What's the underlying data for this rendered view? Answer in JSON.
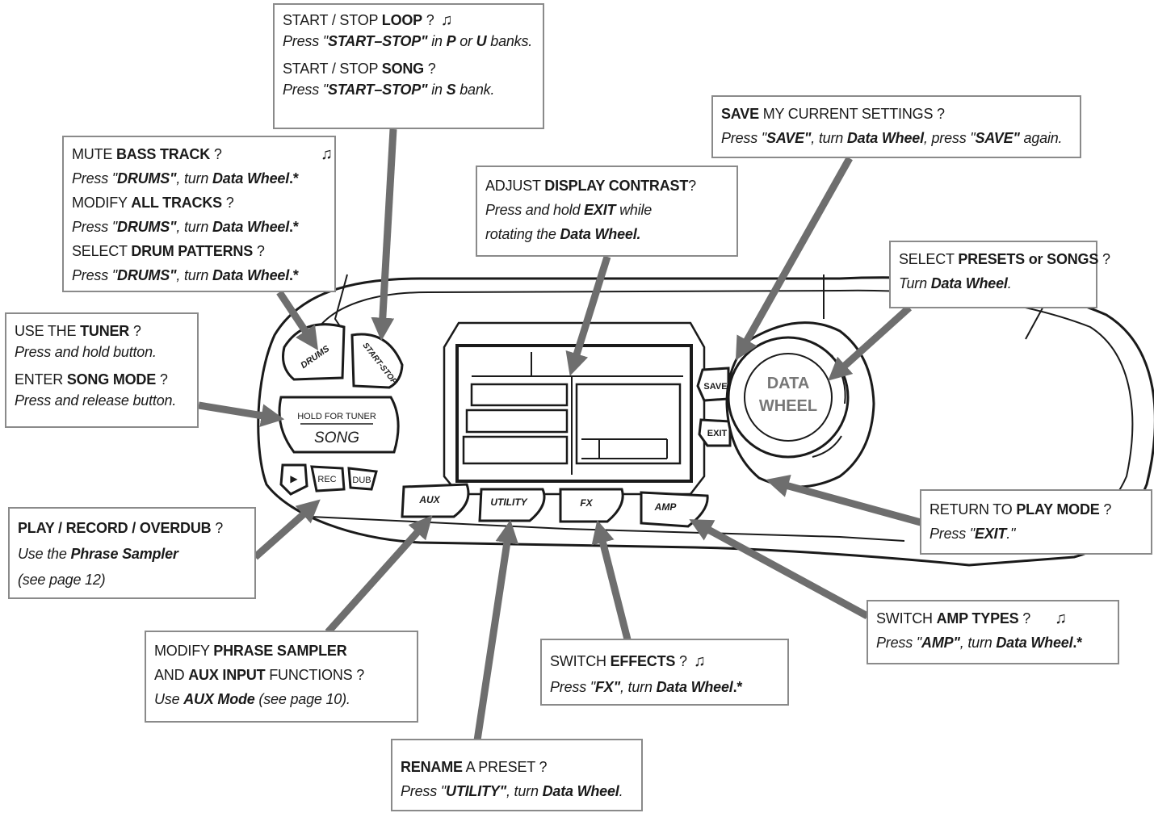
{
  "device": {
    "buttons": {
      "drums": "DRUMS",
      "start_stop": "START-STOP",
      "hold_for_tuner": "HOLD FOR TUNER",
      "song": "SONG",
      "play": "▶",
      "rec": "REC",
      "dub": "DUB",
      "aux": "AUX",
      "utility": "UTILITY",
      "fx": "FX",
      "amp": "AMP",
      "save": "SAVE",
      "exit": "EXIT"
    },
    "data_wheel": {
      "line1": "DATA",
      "line2": "WHEEL"
    }
  },
  "callouts": {
    "start_stop": {
      "l1_a": "START / STOP ",
      "l1_b": "LOOP",
      "l1_c": " ?",
      "l1_note": "♫",
      "l2_a": "Press \"",
      "l2_b": "START–STOP\"",
      "l2_c": " in ",
      "l2_d": "P",
      "l2_e": " or ",
      "l2_f": "U",
      "l2_g": " banks.",
      "l3_a": "START / STOP ",
      "l3_b": "SONG",
      "l3_c": " ?",
      "l4_a": "Press \"",
      "l4_b": "START–STOP\"",
      "l4_c": " in ",
      "l4_d": "S",
      "l4_e": " bank."
    },
    "drums": {
      "l1_a": "MUTE ",
      "l1_b": "BASS TRACK",
      "l1_c": " ?",
      "l1_note": "♫",
      "l2_a": "Press \"",
      "l2_b": "DRUMS\"",
      "l2_c": ", turn ",
      "l2_d": "Data Wheel",
      "l2_e": ".*",
      "l3_a": "MODIFY ",
      "l3_b": "ALL TRACKS",
      "l3_c": " ?",
      "l4_a": "Press \"",
      "l4_b": "DRUMS\"",
      "l4_c": ", turn ",
      "l4_d": "Data Wheel",
      "l4_e": ".*",
      "l5_a": "SELECT ",
      "l5_b": "DRUM PATTERNS",
      "l5_c": " ?",
      "l6_a": "Press \"",
      "l6_b": "DRUMS\"",
      "l6_c": ", turn ",
      "l6_d": "Data Wheel",
      "l6_e": ".*"
    },
    "contrast": {
      "l1_a": "ADJUST ",
      "l1_b": "DISPLAY CONTRAST",
      "l1_c": "?",
      "l2_a": "Press and hold ",
      "l2_b": "EXIT",
      "l2_c": " while",
      "l3_a": "rotating the ",
      "l3_b": "Data Wheel."
    },
    "save": {
      "l1_a": "SAVE",
      "l1_b": " MY CURRENT SETTINGS ?",
      "l2_a": "Press \"",
      "l2_b": "SAVE\"",
      "l2_c": ", turn ",
      "l2_d": "Data Wheel",
      "l2_e": ", press \"",
      "l2_f": "SAVE\"",
      "l2_g": " again."
    },
    "presets": {
      "l1_a": "SELECT ",
      "l1_b": "PRESETS or SONGS",
      "l1_c": " ?",
      "l2_a": "Turn ",
      "l2_b": "Data Wheel",
      "l2_c": "."
    },
    "tuner": {
      "l1_a": "USE THE ",
      "l1_b": "TUNER",
      "l1_c": " ?",
      "l2": "Press and hold button.",
      "l3_a": "ENTER ",
      "l3_b": "SONG MODE",
      "l3_c": " ?",
      "l4": "Press and release button."
    },
    "play_mode": {
      "l1_a": "RETURN TO ",
      "l1_b": "PLAY MODE",
      "l1_c": " ?",
      "l2_a": "Press \"",
      "l2_b": "EXIT",
      "l2_c": ".\""
    },
    "phrase": {
      "l1_a": "PLAY / RECORD / OVERDUB",
      "l1_b": " ?",
      "l2_a": "Use the ",
      "l2_b": "Phrase Sampler",
      "l3": "(see page 12)"
    },
    "amp": {
      "l1_a": "SWITCH ",
      "l1_b": "AMP TYPES",
      "l1_c": " ?",
      "l1_note": "♫",
      "l2_a": "Press \"",
      "l2_b": "AMP\"",
      "l2_c": ", turn ",
      "l2_d": "Data Wheel",
      "l2_e": ".*"
    },
    "aux": {
      "l1_a": "MODIFY ",
      "l1_b": "PHRASE SAMPLER",
      "l2_a": "AND ",
      "l2_b": "AUX INPUT",
      "l2_c": " FUNCTIONS ?",
      "l3_a": "Use ",
      "l3_b": "AUX Mode",
      "l3_c": " (see page 10)."
    },
    "effects": {
      "l1_a": "SWITCH ",
      "l1_b": "EFFECTS",
      "l1_c": " ?",
      "l1_note": "♫",
      "l2_a": "Press \"",
      "l2_b": "FX\"",
      "l2_c": ", turn ",
      "l2_d": "Data Wheel",
      "l2_e": ".*"
    },
    "rename": {
      "l1_a": "RENAME",
      "l1_b": " A PRESET ?",
      "l2_a": "Press \"",
      "l2_b": "UTILITY\"",
      "l2_c": ", turn ",
      "l2_d": "Data Wheel",
      "l2_e": "."
    }
  },
  "colors": {
    "arrow": "#6e6e6e",
    "box_border": "#8a8a8a",
    "outline": "#1a1a1a"
  }
}
